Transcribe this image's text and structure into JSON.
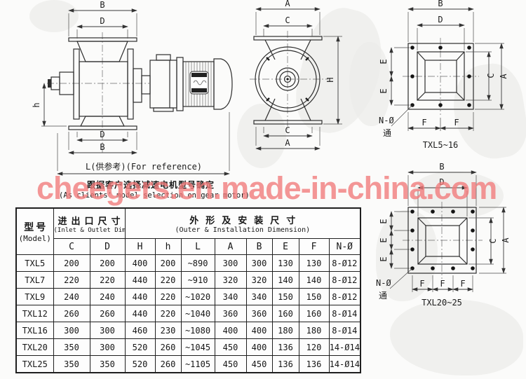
{
  "watermark": {
    "text": "cheegers.en.made-in-china.com",
    "color": "#f27a7a"
  },
  "note": {
    "line1_zh": "跟据客户选择减速电机型号确定",
    "line2_en": "(As clients' model selection on gear motor)"
  },
  "drawings": {
    "side_view": {
      "dim_b": "B",
      "dim_d": "D",
      "dim_h": "h",
      "dim_l_label": "L(供参考)(For reference)"
    },
    "front_view": {
      "dim_a": "A",
      "dim_c": "C",
      "dim_h": "H"
    },
    "flange_small": {
      "dim_b": "B",
      "dim_d": "D",
      "dim_e": "E",
      "dim_c": "C",
      "dim_a": "A",
      "dim_f": "F",
      "hole_label": "N-Ø",
      "hole_label2": "通",
      "caption": "TXL5~16"
    },
    "flange_large": {
      "dim_b": "B",
      "dim_d": "D",
      "dim_e": "E",
      "dim_c": "C",
      "dim_a": "A",
      "dim_f": "F",
      "hole_label": "N-Ø",
      "hole_label2": "通",
      "caption": "TXL20~25"
    }
  },
  "table": {
    "header": {
      "model_zh": "型号",
      "model_en": "(Model)",
      "inlet_zh": "进出口尺寸",
      "inlet_en": "(Inlet & Outlet Dimension)",
      "outer_zh": "外形及安装尺寸",
      "outer_en": "(Outer & Installation Dimension)",
      "columns": [
        "C",
        "D",
        "H",
        "h",
        "L",
        "A",
        "B",
        "E",
        "F",
        "N-Ø"
      ]
    },
    "rows": [
      {
        "model": "TXL5",
        "C": "200",
        "D": "200",
        "H": "400",
        "h": "200",
        "L": "~890",
        "A": "300",
        "B": "300",
        "E": "130",
        "F": "130",
        "N": "8-Ø12"
      },
      {
        "model": "TXL7",
        "C": "220",
        "D": "220",
        "H": "440",
        "h": "220",
        "L": "~910",
        "A": "320",
        "B": "320",
        "E": "140",
        "F": "140",
        "N": "8-Ø12"
      },
      {
        "model": "TXL9",
        "C": "240",
        "D": "240",
        "H": "440",
        "h": "220",
        "L": "~1020",
        "A": "340",
        "B": "340",
        "E": "150",
        "F": "150",
        "N": "8-Ø12"
      },
      {
        "model": "TXL12",
        "C": "260",
        "D": "260",
        "H": "440",
        "h": "220",
        "L": "~1040",
        "A": "360",
        "B": "360",
        "E": "160",
        "F": "160",
        "N": "8-Ø14"
      },
      {
        "model": "TXL16",
        "C": "300",
        "D": "300",
        "H": "460",
        "h": "230",
        "L": "~1080",
        "A": "400",
        "B": "400",
        "E": "180",
        "F": "180",
        "N": "8-Ø14"
      },
      {
        "model": "TXL20",
        "C": "350",
        "D": "300",
        "H": "520",
        "h": "260",
        "L": "~1045",
        "A": "450",
        "B": "400",
        "E": "136",
        "F": "120",
        "N": "14-Ø14"
      },
      {
        "model": "TXL25",
        "C": "350",
        "D": "350",
        "H": "520",
        "h": "260",
        "L": "~1105",
        "A": "450",
        "B": "450",
        "E": "136",
        "F": "136",
        "N": "14-Ø14"
      }
    ]
  }
}
